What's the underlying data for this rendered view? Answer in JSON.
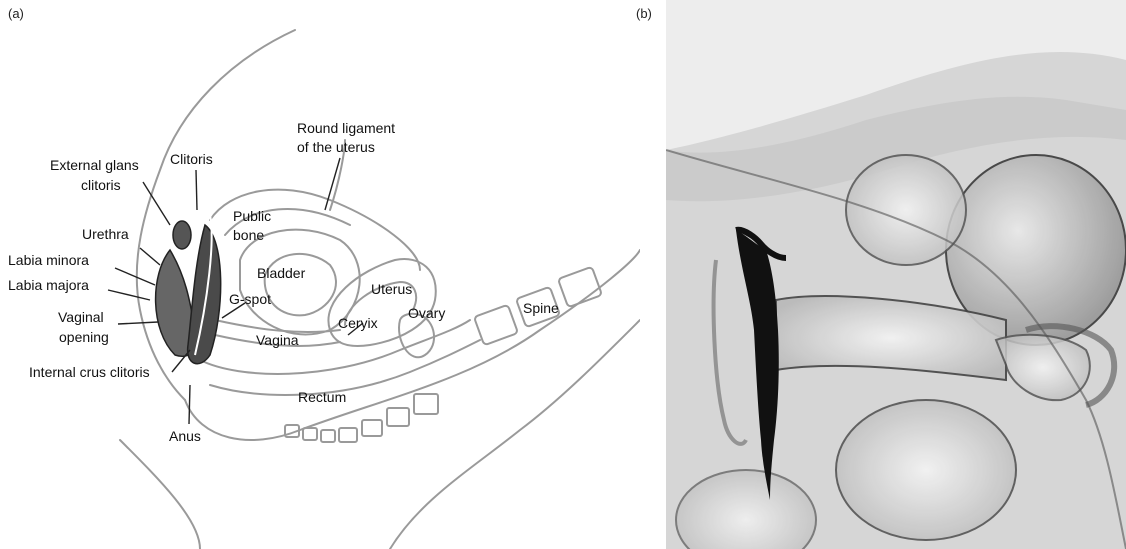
{
  "panel_a": {
    "letter": "(a)",
    "labels": {
      "round_ligament_1": "Round ligament",
      "round_ligament_2": "of the uterus",
      "external_glans_1": "External glans",
      "external_glans_2": "clitoris",
      "clitoris": "Clitoris",
      "public_bone_1": "Public",
      "public_bone_2": "bone",
      "urethra": "Urethra",
      "labia_minora": "Labia minora",
      "labia_majora": "Labia majora",
      "bladder": "Bladder",
      "uterus": "Uterus",
      "spine": "Spine",
      "g_spot": "G-spot",
      "vaginal_opening_1": "Vaginal",
      "vaginal_opening_2": "opening",
      "ceryix": "Ceryix",
      "ovary": "Ovary",
      "vagina": "Vagina",
      "internal_crus": "Internal crus clitoris",
      "rectum": "Rectum",
      "anus": "Anus"
    }
  },
  "panel_b": {
    "letter": "(b)"
  }
}
